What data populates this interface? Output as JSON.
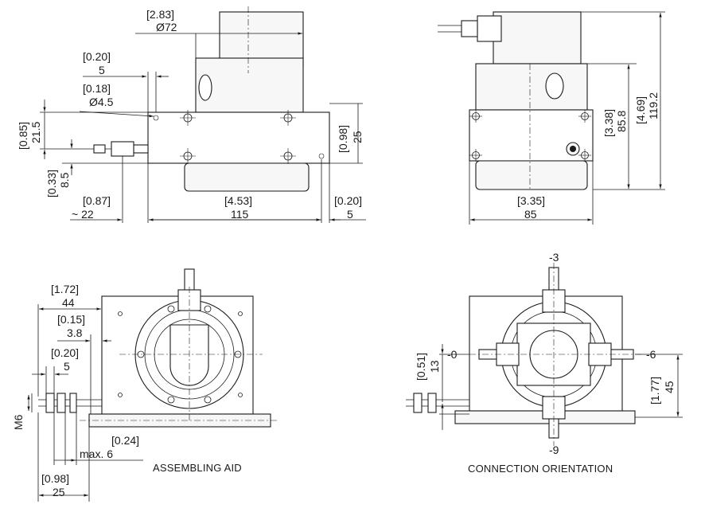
{
  "top_left_view": {
    "dims": {
      "d72_in": "[2.83]",
      "d72_mm": "Ø72",
      "w5_in": "[0.20]",
      "w5_mm": "5",
      "hole_in": "[0.18]",
      "hole_mm": "Ø4.5",
      "h21_in": "[0.85]",
      "h21_mm": "21.5",
      "h25_in": "[0.98]",
      "h25_mm": "25",
      "h8_in": "[0.33]",
      "h8_mm": "8.5",
      "w22_in": "[0.87]",
      "w22_mm": "~ 22",
      "w115_in": "[4.53]",
      "w115_mm": "115",
      "w5b_in": "[0.20]",
      "w5b_mm": "5"
    }
  },
  "top_right_view": {
    "dims": {
      "h85_in": "[3.38]",
      "h85_mm": "85.8",
      "h119_in": "[4.69]",
      "h119_mm": "119.2",
      "w85_in": "[3.35]",
      "w85_mm": "85"
    }
  },
  "bottom_left_view": {
    "caption": "ASSEMBLING AID",
    "dims": {
      "w44_in": "[1.72]",
      "w44_mm": "44",
      "w38_in": "[0.15]",
      "w38_mm": "3.8",
      "w5_in": "[0.20]",
      "w5_mm": "5",
      "thread": "M6",
      "w6_in": "[0.24]",
      "w6_mm": "max.  6",
      "w25_in": "[0.98]",
      "w25_mm": "25"
    }
  },
  "bottom_right_view": {
    "caption": "CONNECTION ORIENTATION",
    "labels": {
      "top": "-3",
      "left": "-0",
      "right": "-6",
      "bottom": "-9"
    },
    "dims": {
      "h13_in": "[0.51]",
      "h13_mm": "13",
      "h45_in": "[1.77]",
      "h45_mm": "45"
    }
  }
}
